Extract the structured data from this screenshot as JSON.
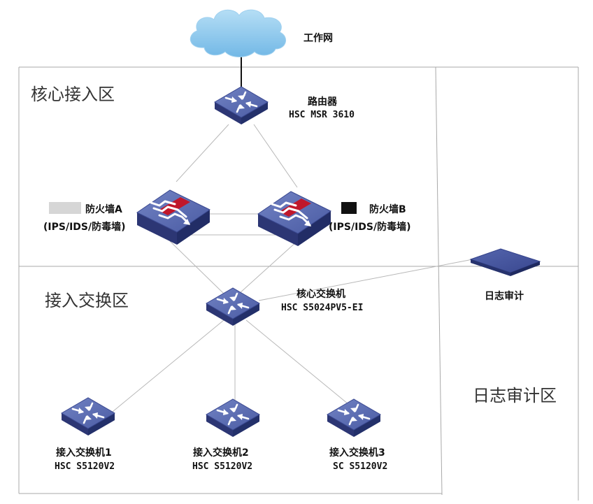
{
  "zones": {
    "core": "核心接入区",
    "access": "接入交换区",
    "audit": "日志审计区"
  },
  "cloud": {
    "label": "工作网",
    "icon": "cloud-icon"
  },
  "router": {
    "name": "路由器",
    "model": "HSC MSR 3610",
    "icon": "router-icon"
  },
  "firewall_a": {
    "name": "防火墙A",
    "features": "(IPS/IDS/防毒墙)",
    "icon": "firewall-icon"
  },
  "firewall_b": {
    "name": "防火墙B",
    "features": "(IPS/IDS/防毒墙)",
    "icon": "firewall-icon"
  },
  "core_switch": {
    "name": "核心交换机",
    "model": "HSC S5024PV5-EI",
    "icon": "switch-icon"
  },
  "log_audit": {
    "name": "日志审计",
    "icon": "log-appliance-icon"
  },
  "access_switches": [
    {
      "name": "接入交换机1",
      "model": "HSC S5120V2",
      "icon": "switch-icon"
    },
    {
      "name": "接入交换机2",
      "model": "HSC S5120V2",
      "icon": "switch-icon"
    },
    {
      "name": "接入交换机3",
      "model": "SC S5120V2",
      "icon": "switch-icon"
    }
  ],
  "colors": {
    "device_top": "#5d6fb3",
    "device_side": "#2c3674",
    "firewall_band": "#c0172b",
    "cloud": "#8ecbee"
  }
}
